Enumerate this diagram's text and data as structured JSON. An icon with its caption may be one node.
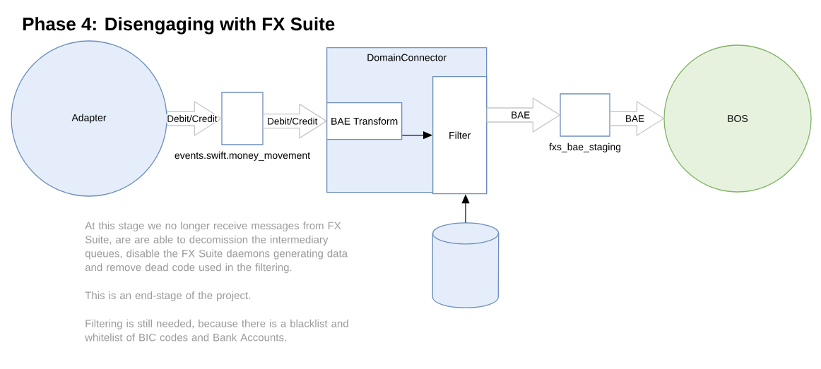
{
  "diagram": {
    "title": "Phase 4: Disengaging with FX Suite",
    "nodes": [
      {
        "text": [
          "Adapter"
        ]
      },
      {
        "text": [],
        "shape": "box",
        "beside": [
          "events.swift.money_movement"
        ]
      },
      {
        "text": [
          "DomainConnector"
        ]
      },
      {
        "text": [
          "BAE Transform"
        ],
        "in": 2
      },
      {
        "text": [
          "Filter"
        ],
        "in": 2
      },
      {
        "text": [],
        "shape": "box",
        "beside": [
          "fxs_bae_staging"
        ]
      },
      {
        "text": [
          "BOS"
        ]
      },
      {
        "text": [],
        "shape": "cylinder"
      }
    ],
    "edges": [
      {
        "from": 0,
        "to": 1,
        "arrow": "to",
        "label": "Debit/Credit",
        "style": "thick"
      },
      {
        "from": 1,
        "to": 3,
        "arrow": "to",
        "label": "Debit/Credit",
        "style": "thick"
      },
      {
        "from": 3,
        "to": 4,
        "arrow": "to",
        "color": "#000000"
      },
      {
        "from": 7,
        "to": 4,
        "arrow": "to",
        "color": "#000000"
      },
      {
        "from": 4,
        "to": 5,
        "arrow": "to",
        "label": "BAE",
        "style": "thick"
      },
      {
        "from": 5,
        "to": 6,
        "arrow": "to",
        "label": "BAE",
        "style": "thick"
      }
    ],
    "labels": [
      "At this stage we no longer receive messages from FX Suite, are are able to decomission the intermediary queues, disable the FX Suite daemons generating data and remove dead code used in the filtering.",
      "This is an end-stage of the project.",
      "Filtering is still needed, because there is a blacklist and whitelist of BIC codes and Bank Accounts."
    ]
  }
}
